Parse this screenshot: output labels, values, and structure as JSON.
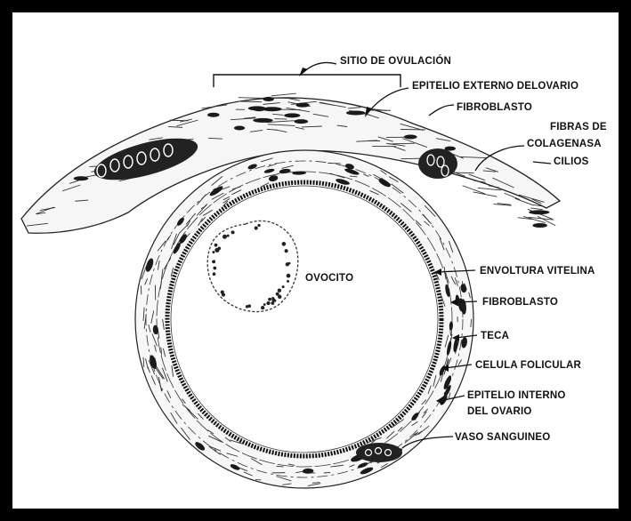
{
  "diagram": {
    "labels": {
      "sitio_ovulacion": "SITIO DE OVULACIÓN",
      "epitelio_externo": "EPITELIO EXTERNO DELOVARIO",
      "fibroblasto_top": "FIBROBLASTO",
      "fibras_line1": "FIBRAS DE",
      "fibras_line2": "COLAGENASA",
      "cilios": "CILIOS",
      "ovocito": "OVOCITO",
      "envoltura": "ENVOLTURA VITELINA",
      "fibroblasto_mid": "FIBROBLASTO",
      "teca": "TECA",
      "celula_folicular": "CELULA FOLICULAR",
      "epitelio_interno_line1": "EPITELIO INTERNO",
      "epitelio_interno_line2": "DEL OVARIO",
      "vaso": "VASO SANGUINEO"
    }
  }
}
